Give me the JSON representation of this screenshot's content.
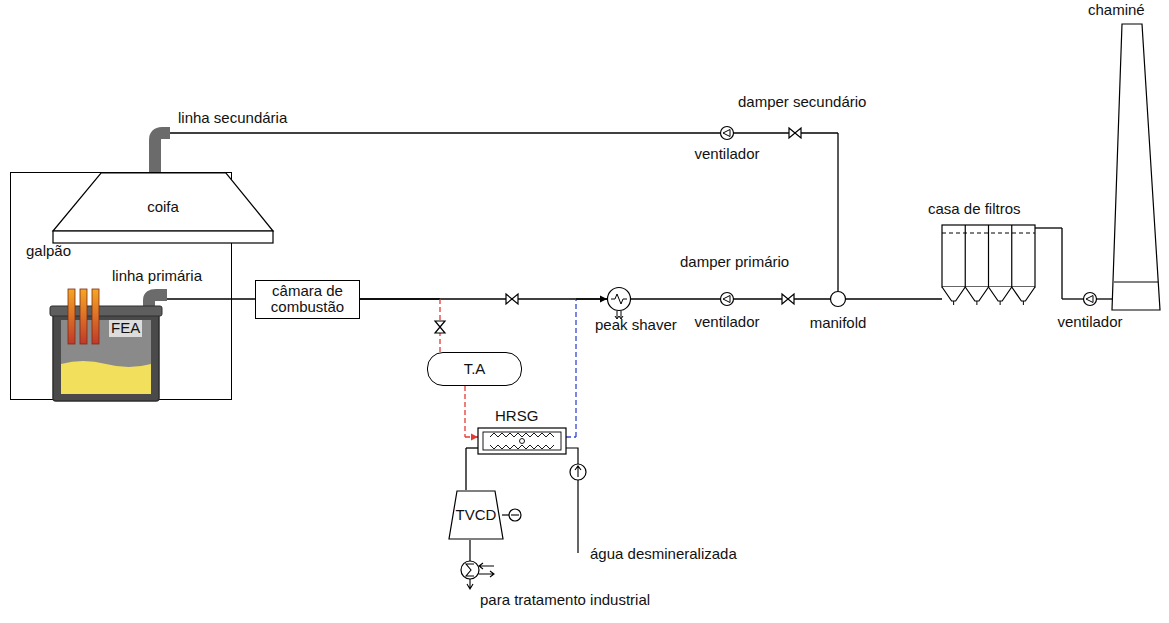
{
  "diagram": {
    "nodes": [
      {
        "text": [
          "galpão"
        ]
      },
      {
        "text": [
          "coifa"
        ],
        "in": 0
      },
      {
        "text": [
          "FEA"
        ],
        "in": 0
      },
      {
        "text": [
          "câmara de combustão"
        ]
      },
      {
        "text": [
          "T.A"
        ]
      },
      {
        "text": [
          "HRSG"
        ]
      },
      {
        "text": [
          "TVCD"
        ]
      },
      {
        "text": [
          "peak shaver"
        ]
      },
      {
        "text": [
          "ventilador"
        ]
      },
      {
        "text": [
          "ventilador"
        ]
      },
      {
        "text": [
          "manifold"
        ]
      },
      {
        "text": [
          "casa de filtros"
        ]
      },
      {
        "text": [
          "ventilador"
        ]
      },
      {
        "text": [
          "chaminé"
        ]
      }
    ],
    "edges": [
      {
        "from": 2,
        "to": 3,
        "arrow": "none"
      },
      {
        "from": 1,
        "to": 9,
        "arrow": "none"
      },
      {
        "from": 3,
        "to": 7,
        "arrow": "none"
      },
      {
        "from": 3,
        "to": 4,
        "arrow": "none"
      },
      {
        "from": 4,
        "to": 5,
        "arrow": "to"
      },
      {
        "from": 5,
        "to": 7,
        "arrow": "to"
      },
      {
        "from": 5,
        "to": 6,
        "arrow": "none"
      },
      {
        "from": 7,
        "to": 8,
        "arrow": "none"
      },
      {
        "from": 8,
        "to": 10,
        "arrow": "none"
      },
      {
        "from": 9,
        "to": 10,
        "arrow": "none"
      },
      {
        "from": 10,
        "to": 11,
        "arrow": "none"
      },
      {
        "from": 11,
        "to": 12,
        "arrow": "none"
      },
      {
        "from": 12,
        "to": 13,
        "arrow": "none"
      }
    ],
    "labels": [
      "linha secundária",
      "linha primária",
      "damper secundário",
      "damper primário",
      "água desmineralizada",
      "para tratamento industrial"
    ]
  }
}
